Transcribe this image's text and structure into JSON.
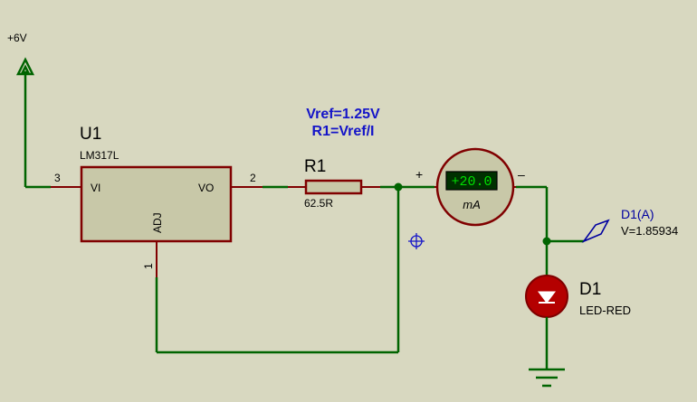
{
  "power": {
    "label": "+6V"
  },
  "regulator": {
    "ref": "U1",
    "part": "LM317L",
    "pins": {
      "vi": "VI",
      "vo": "VO",
      "adj": "ADJ"
    },
    "pin_numbers": {
      "vi": "3",
      "vo": "2",
      "adj": "1"
    }
  },
  "resistor": {
    "ref": "R1",
    "value": "62.5R"
  },
  "note": {
    "line1": "Vref=1.25V",
    "line2": "R1=Vref/I"
  },
  "ammeter": {
    "reading": "+20.0",
    "unit": "mA",
    "plus": "+",
    "minus": "–"
  },
  "probe": {
    "name": "D1(A)",
    "value": "V=1.85934"
  },
  "led": {
    "ref": "D1",
    "type": "LED-RED"
  },
  "colors": {
    "background": "#d8d8c0",
    "wire": "#006400",
    "component_outline": "#800000",
    "component_fill": "#c8c8a8",
    "note_text": "#1414c8",
    "probe": "#0000a0",
    "led_fill": "#b40000",
    "meter_display": "#003000",
    "meter_digits": "#00e000"
  }
}
